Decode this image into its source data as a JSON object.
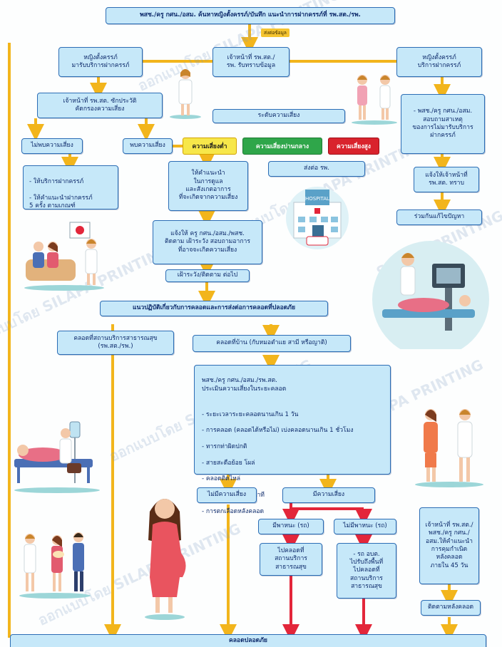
{
  "colors": {
    "box_fill": "#c6e8f9",
    "box_border": "#2c6db5",
    "arrow": "#f2b51c",
    "down_arrow": "#e3263a",
    "low": "#f7e74a",
    "medium": "#2fa64a",
    "high": "#d9232d"
  },
  "top_box": "พสช./ครู กศน./อสม. ค้นหาหญิงตั้งครรภ์/บันทึก แนะนำการฝากครรภ์ที่ รพ.สต./รพ.",
  "tag_send": "ส่งต่อข้อมูล",
  "staff_receive": "เจ้าหน้าที่ รพ.สต./\nรพ. รับทราบข้อมูล",
  "left_preg": "หญิงตั้งครรภ์\nมารับบริการฝากครรภ์",
  "right_preg": "หญิงตั้งครรภ์\nบริการฝากครรภ์",
  "screen": "เจ้าหน้าที่ รพ.สต. ซักประวัติ\nคัดกรองความเสี่ยง",
  "no_risk_found": "ไม่พบความเสี่ยง",
  "risk_found": "พบความเสี่ยง",
  "risk_level_title": "ระดับความเสี่ยง",
  "risk_low": "ความเสี่ยงต่ำ",
  "risk_mid": "ความเสี่ยงปานกลาง",
  "risk_high": "ความเสี่ยงสูง",
  "refer": "ส่งต่อ รพ.",
  "hospital_label": "HOSPITAL",
  "no_risk_advice": [
    "- ให้บริการฝากครรภ์",
    "- ให้คำแนะนำฝากครรภ์\n  5 ครั้ง ตามเกณฑ์"
  ],
  "low_advice": "ให้คำแนะนำ\nในการดูแล\nและสังเกตอาการ\nที่จะเกิดจากความเสี่ยง",
  "notify_follow": "แจ้งให้ ครู กศน./อสม./พสช.\nติดตาม เฝ้าระวัง สอบถามอาการ\nที่อาจจะเกิดความเสี่ยง",
  "watch": "เฝ้าระวัง/ติดตาม ต่อไป",
  "right_ask": "- พสช./ครู กศน./อสม.\nสอบถามสาเหตุ\nของการไม่มารับบริการ\nฝากครรภ์",
  "right_notify": "แจ้งให้เจ้าหน้าที่\nรพ.สต. ทราบ",
  "right_solve": "ร่วมกันแก้ไขปัญหา",
  "guideline": "แนวปฏิบัติเกี่ยวกับการคลอดและการส่งต่อการคลอดที่ปลอดภัย",
  "birth_facility": "คลอดที่สถานบริการสาธารณสุข\n(รพ.สต./รพ.)",
  "birth_home": "คลอดที่บ้าน (กับหมอตำแย สามี หรือญาติ)",
  "assess_title": "พสช./ครู กศน./อสม./รพ.สต.\nประเมินความเสี่ยงในระยะคลอด",
  "assess_items": [
    "- ระยะเวลาระยะคลอดนานเกิน 1 วัน",
    "- การคลอด (คลอดได้หรือไม่) เบ่งคลอดนานเกิน 1 ชั่วโมง",
    "- ทารกท่าผิดปกติ",
    "- สายสะดือย้อย โผล่",
    "- คลอดติดไหล่",
    "- รกไม่ออกเกิน 30 นาที",
    "- การตกเลือดหลังคลอด"
  ],
  "no_risk2": "ไม่มีความเสี่ยง",
  "has_risk": "มีความเสี่ยง",
  "has_vehicle": "มีพาหนะ (รถ)",
  "no_vehicle": "ไม่มีพาหนะ (รถ)",
  "go_facility": "ไปคลอดที่\nสถานบริการ\nสาธารณสุข",
  "pick_up": "- รถ อบต.\nไปรับถึงพื้นที่\nไปคลอดที่\nสถานบริการ\nสาธารณสุข",
  "postnatal_advice": "เจ้าหน้าที่ รพ.สต./\nพสช./ครู กศน./\nอสม.ให้คำแนะนำ\nการคุมกำเนิด\nหลังคลอด\nภายใน 45 วัน",
  "postnatal_follow": "ติดตามหลังคลอด",
  "safe_birth": "คลอดปลอดภัย",
  "watermarks": [
    "ออกแบบโดย SILAPA PRINTING",
    "ออกแบบโดย SILAPA PRINTING",
    "ออกแบบโดย SILAPA PRINTING",
    "ออกแบบโดย SILAPA PRINTING",
    "ออกแบบโดย SILAPA PRINTING",
    "SILAPA PRINTING",
    "ออกแบบโดย SILAPA PRINTING"
  ]
}
